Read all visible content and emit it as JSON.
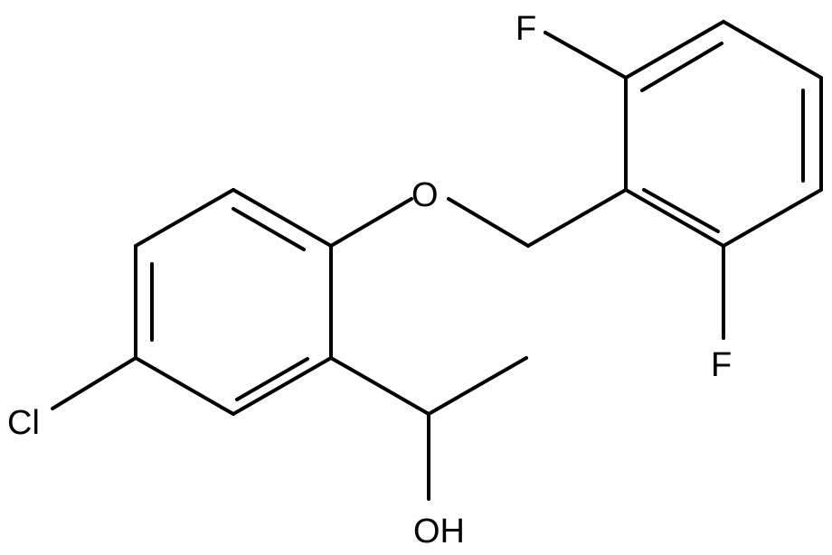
{
  "molecule": {
    "atoms": {
      "chlorine": "Cl",
      "fluorine_top": "F",
      "fluorine_bottom": "F",
      "ether_oxygen": "O",
      "hydroxyl": "OH"
    },
    "colors": {
      "bond": "#000000",
      "label": "#000000",
      "background": "#ffffff"
    }
  }
}
